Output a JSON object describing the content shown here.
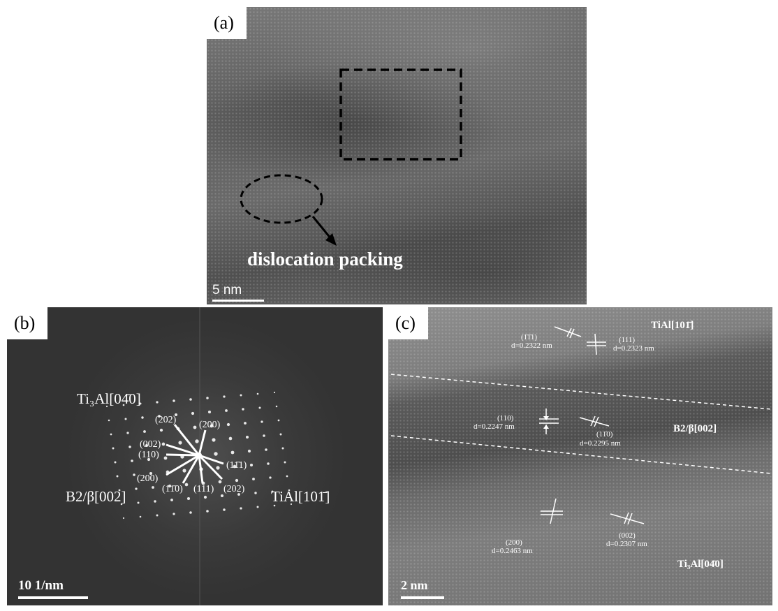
{
  "panel_a": {
    "label": "(a)",
    "annotation": "dislocation packing",
    "scale_bar": "5 nm"
  },
  "panel_b": {
    "label": "(b)",
    "zone_ti3al": "Ti₃Al[04̄0]",
    "zone_b2": "B2/β[002]",
    "zone_tial": "TiAl[101̄]",
    "spots": {
      "s202_top": "(202)",
      "s200_top": "(200)",
      "s002": "(002)",
      "s110": "(110)",
      "s1_11": "(11̄1)",
      "s200_bot": "(200)",
      "s1_10": "(11̄0)",
      "s111": "(111)",
      "s202_bot": "(202)"
    },
    "scale_bar": "10 1/nm"
  },
  "panel_c": {
    "label": "(c)",
    "zone_tial": "TiAl[101̄]",
    "zone_b2": "B2/β[002]",
    "zone_ti3al": "Ti₃Al[04̄0]",
    "planes": {
      "p1_hkl": "(1̄1̄1)",
      "p1_d": "d=0.2322 nm",
      "p2_hkl": "(111)",
      "p2_d": "d=0.2323 nm",
      "p3_hkl": "(110)",
      "p3_d": "d=0.2247 nm",
      "p4_hkl": "(11̄0)",
      "p4_d": "d=0.2295 nm",
      "p5_hkl": "(200)",
      "p5_d": "d=0.2463 nm",
      "p6_hkl": "(002)",
      "p6_d": "d=0.2307 nm"
    },
    "scale_bar": "2 nm"
  }
}
